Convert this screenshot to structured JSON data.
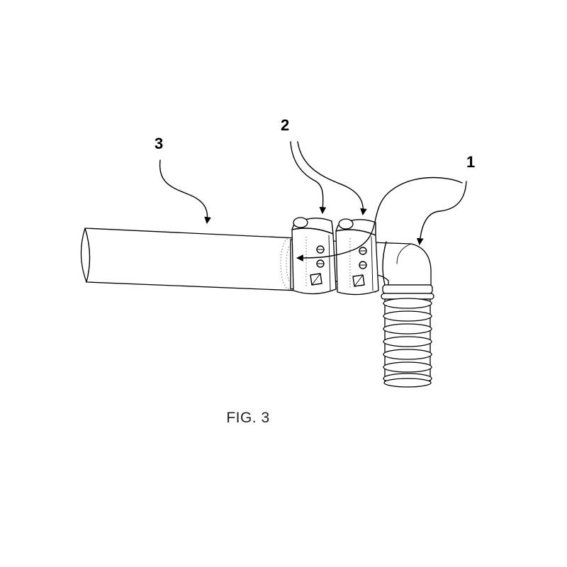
{
  "figure": {
    "caption": "FIG. 3",
    "reference_numerals": {
      "pipe": "3",
      "clamps": "2",
      "elbow": "1"
    }
  }
}
